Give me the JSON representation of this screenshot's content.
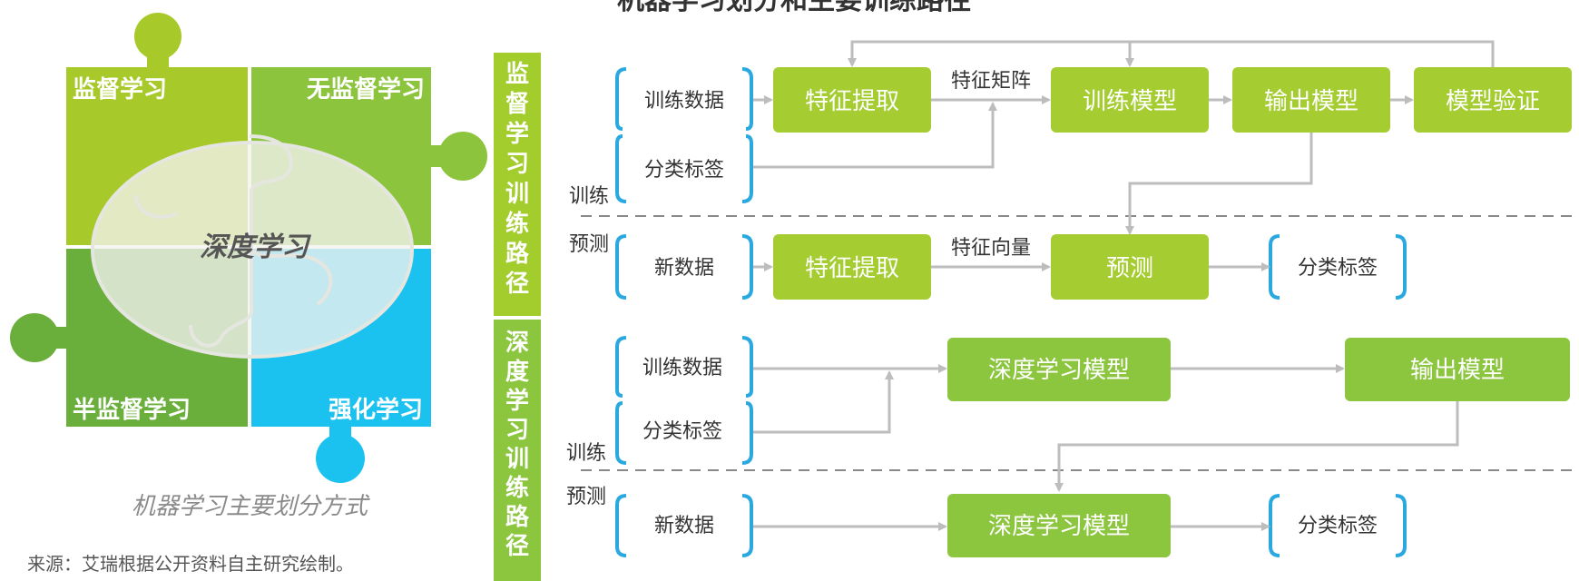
{
  "title": "机器学习划分和主要训练路径",
  "puzzle": {
    "supervised": "监督学习",
    "unsupervised": "无监督学习",
    "semi_supervised": "半监督学习",
    "reinforcement": "强化学习",
    "deep": "深度学习",
    "caption": "机器学习主要划分方式"
  },
  "source": "来源：艾瑞根据公开资料自主研究绘制。",
  "colors": {
    "green_light": "#a7c929",
    "green_mid": "#8dc43e",
    "green_dark": "#6aaf3c",
    "blue": "#1cc2ef",
    "bar_green": "#a3cd2c",
    "box_green": "#8cc63f",
    "box_light": "#a5cd32",
    "arrow_gray": "#bdbdbd",
    "bracket_blue": "#2aa9e0"
  },
  "supervised_flow": {
    "section_label": "监督学习训练路径",
    "train_tag": "训练",
    "predict_tag": "预测",
    "train_data": "训练数据",
    "class_label": "分类标签",
    "feature_extract": "特征提取",
    "feature_matrix": "特征矩阵",
    "train_model": "训练模型",
    "output_model": "输出模型",
    "validate_model": "模型验证",
    "new_data": "新数据",
    "feature_extract_2": "特征提取",
    "feature_vector": "特征向量",
    "predict": "预测",
    "result_label": "分类标签"
  },
  "deep_flow": {
    "section_label": "深度学习训练路径",
    "train_tag": "训练",
    "predict_tag": "预测",
    "train_data": "训练数据",
    "class_label": "分类标签",
    "dl_model": "深度学习模型",
    "output_model": "输出模型",
    "new_data": "新数据",
    "dl_model_2": "深度学习模型",
    "result_label": "分类标签"
  }
}
